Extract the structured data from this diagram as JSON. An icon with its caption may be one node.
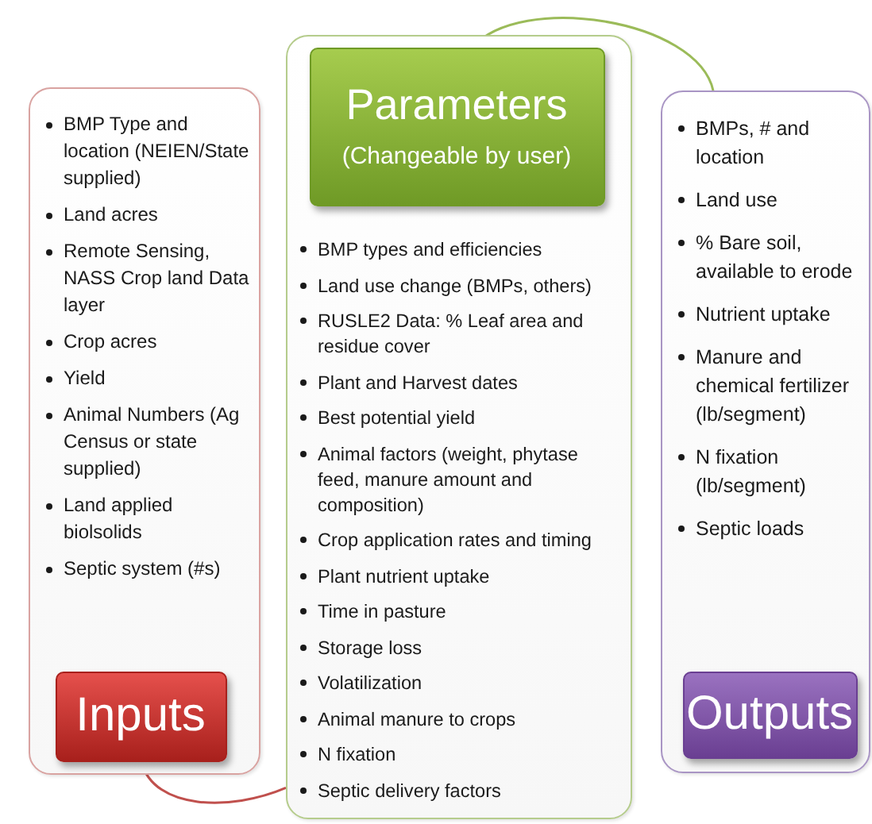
{
  "diagram": {
    "nodes": [
      {
        "text": [
          "BMP Type and location (NEIEN/State supplied)",
          "Land acres",
          "Remote Sensing, NASS Crop land Data layer",
          "Crop acres",
          "Yield",
          "Animal Numbers (Ag Census or state supplied)",
          "Land applied biolsolids",
          "Septic system (#s)"
        ]
      },
      {
        "text": [
          "Inputs"
        ],
        "in": 0
      },
      {
        "text": [
          "BMP types and efficiencies",
          "Land use change (BMPs, others)",
          "RUSLE2 Data: % Leaf area and residue cover",
          "Plant and Harvest dates",
          "Best potential yield",
          "Animal factors (weight, phytase feed, manure amount and composition)",
          "Crop application rates and timing",
          "Plant nutrient uptake",
          "Time in pasture",
          "Storage loss",
          "Volatilization",
          "Animal manure to crops",
          "N fixation",
          "Septic delivery factors"
        ]
      },
      {
        "text": [
          "Parameters",
          "(Changeable by user)"
        ],
        "in": 2
      },
      {
        "text": [
          "BMPs, # and location",
          "Land use",
          "% Bare soil, available to erode",
          "Nutrient uptake",
          "Manure and chemical fertilizer (lb/segment)",
          "N fixation (lb/segment)",
          "Septic loads"
        ]
      },
      {
        "text": [
          "Outputs"
        ],
        "in": 4
      }
    ],
    "edges": [
      {
        "from": 1,
        "to": 2,
        "arrow": "none",
        "color": "#c0504d"
      },
      {
        "from": 3,
        "to": 4,
        "arrow": "none",
        "color": "#9bbb59"
      }
    ]
  }
}
